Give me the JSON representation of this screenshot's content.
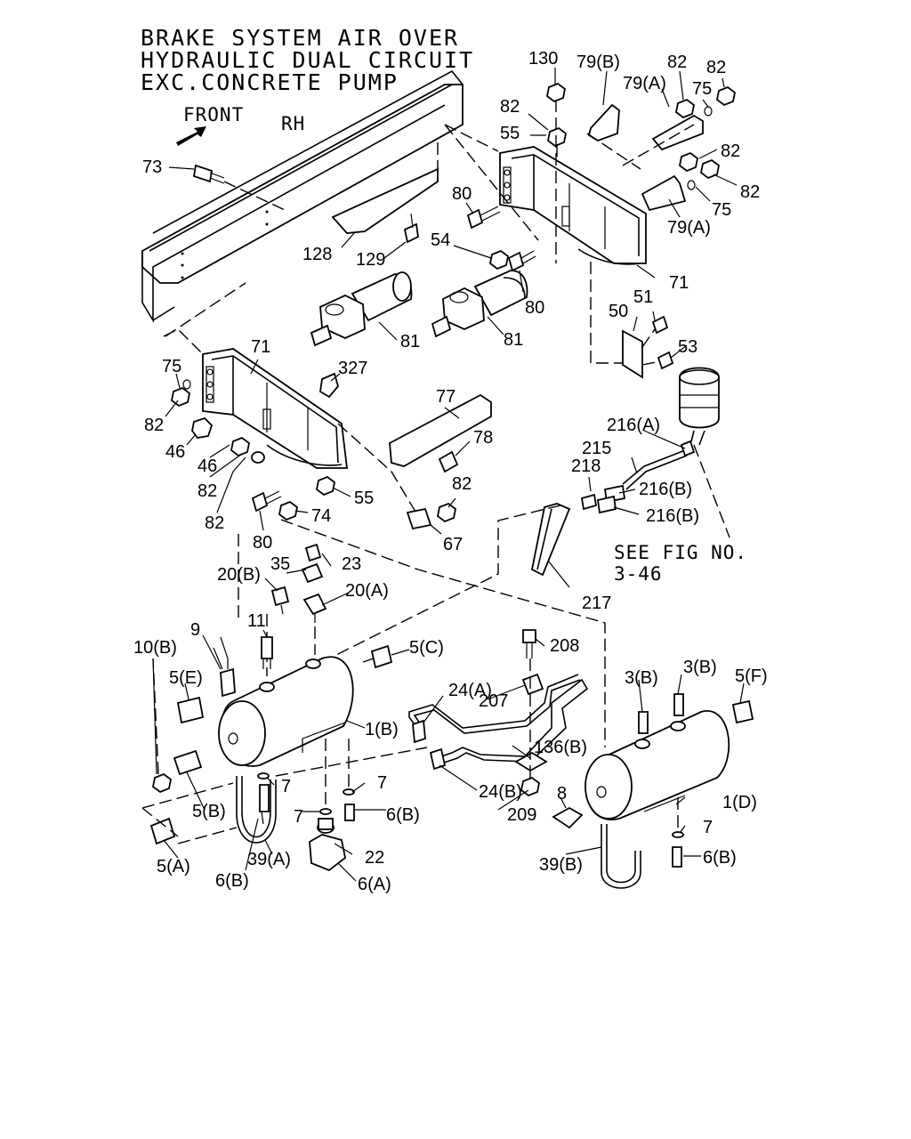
{
  "title": {
    "lines": [
      "BRAKE SYSTEM AIR OVER",
      "HYDRAULIC DUAL CIRCUIT",
      "EXC.CONCRETE PUMP"
    ]
  },
  "orientation": {
    "front_label": "FRONT",
    "side_label": "RH"
  },
  "reference_note": {
    "line1": "SEE FIG NO.",
    "line2": "3-46"
  },
  "callouts": [
    "130",
    "79(B)",
    "79(A)",
    "82",
    "82",
    "75",
    "82",
    "55",
    "82",
    "82",
    "75",
    "79(A)",
    "73",
    "128",
    "129",
    "80",
    "54",
    "80",
    "71",
    "81",
    "81",
    "51",
    "50",
    "53",
    "71",
    "327",
    "75",
    "82",
    "46",
    "77",
    "78",
    "46",
    "82",
    "55",
    "74",
    "82",
    "67",
    "82",
    "80",
    "216(A)",
    "215",
    "218",
    "216(B)",
    "216(B)",
    "35",
    "23",
    "20(B)",
    "20(A)",
    "217",
    "11",
    "9",
    "10(B)",
    "5(E)",
    "5(C)",
    "208",
    "24(A)",
    "207",
    "3(B)",
    "3(B)",
    "5(F)",
    "1(B)",
    "136(B)",
    "7",
    "7",
    "7",
    "6(B)",
    "24(B)",
    "209",
    "8",
    "1(D)",
    "5(B)",
    "22",
    "5(A)",
    "39(A)",
    "6(B)",
    "6(A)",
    "7",
    "39(B)",
    "6(B)"
  ]
}
